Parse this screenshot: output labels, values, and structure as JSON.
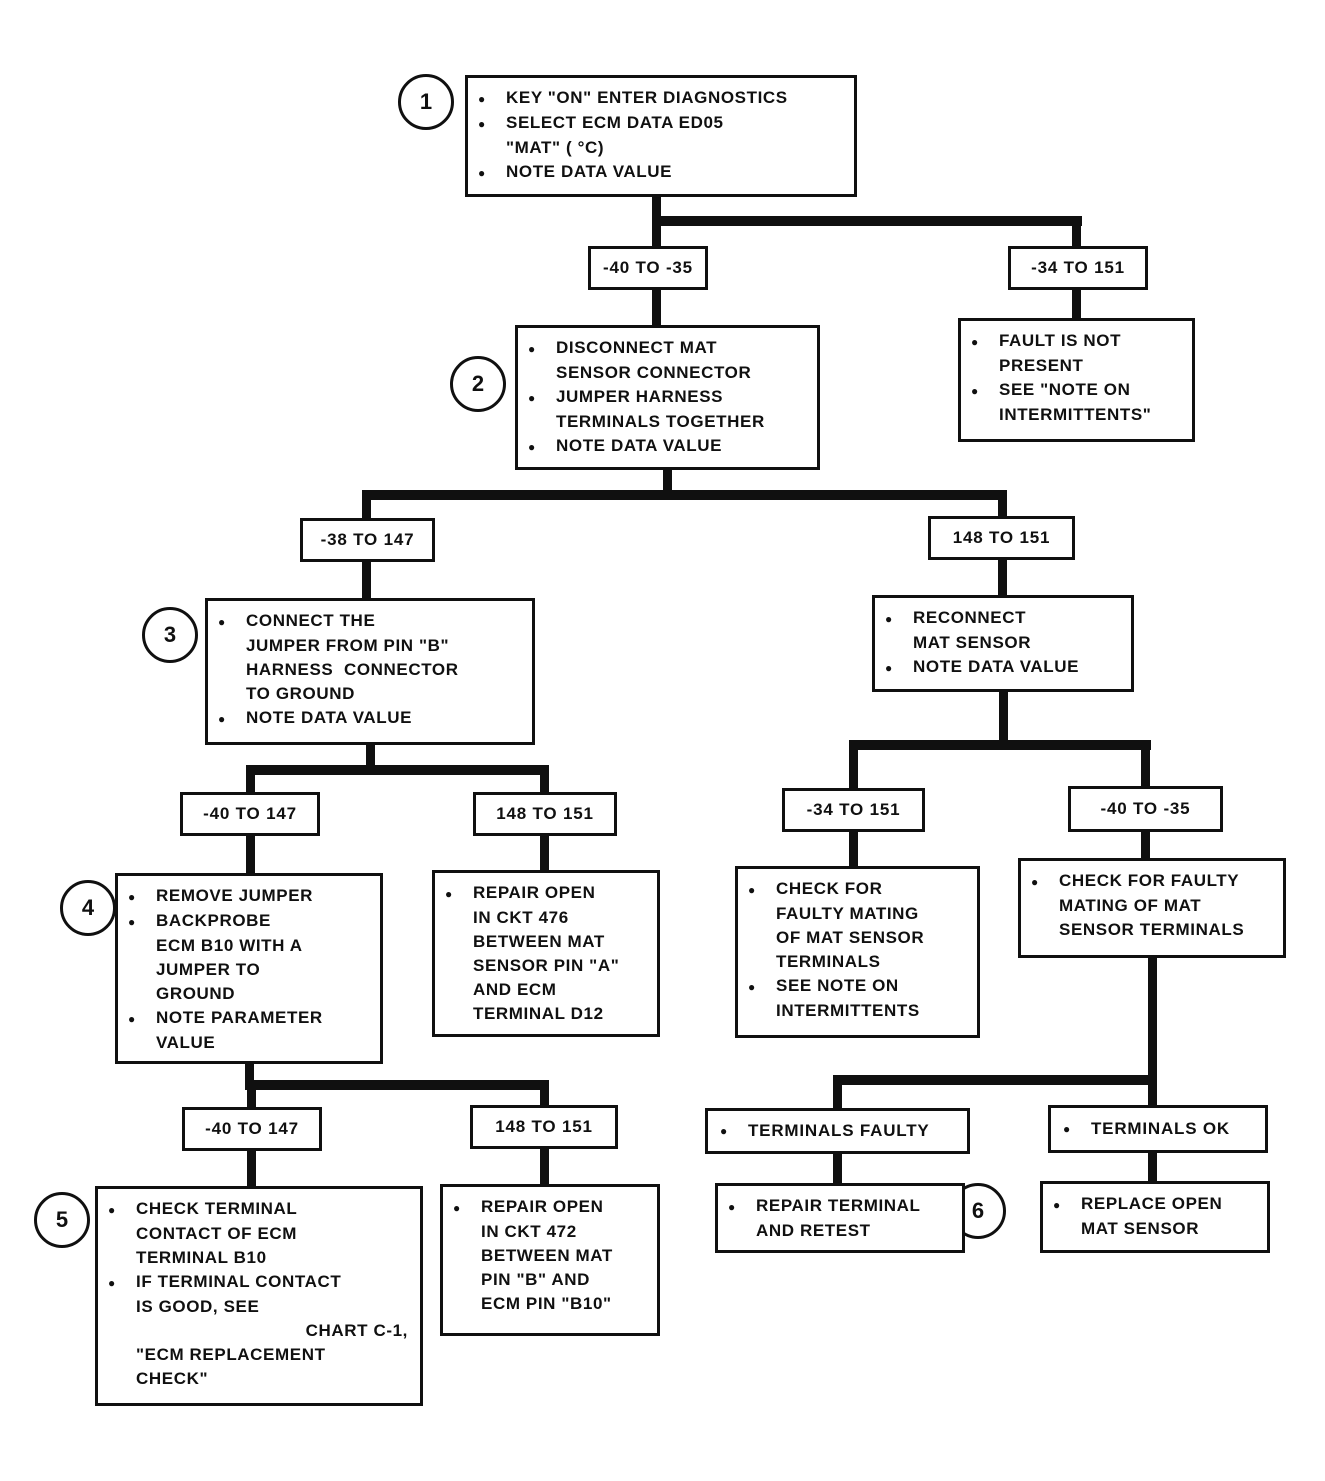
{
  "circles": {
    "c1": "1",
    "c2": "2",
    "c3": "3",
    "c4": "4",
    "c5": "5",
    "c6": "6"
  },
  "ranges": {
    "r1": "-40 TO -35",
    "r2": "-34 TO 151",
    "r3": "-38 TO 147",
    "r4": "148 TO 151",
    "r5": "-40 TO 147",
    "r6": "148 TO 151",
    "r7": "-34 TO 151",
    "r8": "-40 TO -35",
    "r9": "-40 TO 147",
    "r10": "148 TO 151"
  },
  "boxes": {
    "step1": {
      "lines": [
        {
          "m": "●",
          "t": "KEY \"ON\" ENTER DIAGNOSTICS"
        },
        {
          "m": "●",
          "t": "SELECT ECM DATA ED05"
        },
        {
          "m": "",
          "t": "\"MAT\" ( °C)"
        },
        {
          "m": "●",
          "t": "NOTE DATA VALUE"
        }
      ]
    },
    "step2": {
      "lines": [
        {
          "m": "●",
          "t": "DISCONNECT MAT"
        },
        {
          "m": "",
          "t": "SENSOR CONNECTOR"
        },
        {
          "m": "●",
          "t": "JUMPER HARNESS"
        },
        {
          "m": "",
          "t": "TERMINALS TOGETHER"
        },
        {
          "m": "●",
          "t": "NOTE DATA VALUE"
        }
      ]
    },
    "faultNotPresent": {
      "lines": [
        {
          "m": "●",
          "t": "FAULT IS NOT"
        },
        {
          "m": "",
          "t": "PRESENT"
        },
        {
          "m": "●",
          "t": "SEE \"NOTE ON"
        },
        {
          "m": "",
          "t": "INTERMITTENTS\""
        }
      ]
    },
    "step3": {
      "lines": [
        {
          "m": "●",
          "t": "CONNECT THE"
        },
        {
          "m": "",
          "t": "JUMPER FROM PIN \"B\""
        },
        {
          "m": "",
          "t": "HARNESS  CONNECTOR"
        },
        {
          "m": "",
          "t": "TO GROUND"
        },
        {
          "m": "●",
          "t": "NOTE DATA VALUE"
        }
      ]
    },
    "reconnect": {
      "lines": [
        {
          "m": "●",
          "t": "RECONNECT"
        },
        {
          "m": "",
          "t": "MAT SENSOR"
        },
        {
          "m": "●",
          "t": "NOTE DATA VALUE"
        }
      ]
    },
    "step4": {
      "lines": [
        {
          "m": "●",
          "t": "REMOVE JUMPER"
        },
        {
          "m": "●",
          "t": "BACKPROBE"
        },
        {
          "m": "",
          "t": "ECM B10 WITH A"
        },
        {
          "m": "",
          "t": "JUMPER TO"
        },
        {
          "m": "",
          "t": "GROUND"
        },
        {
          "m": "●",
          "t": "NOTE PARAMETER"
        },
        {
          "m": "",
          "t": "VALUE"
        }
      ]
    },
    "repairCkt476": {
      "lines": [
        {
          "m": "●",
          "t": "REPAIR OPEN"
        },
        {
          "m": "",
          "t": "IN CKT 476"
        },
        {
          "m": "",
          "t": "BETWEEN MAT"
        },
        {
          "m": "",
          "t": "SENSOR PIN \"A\""
        },
        {
          "m": "",
          "t": "AND ECM"
        },
        {
          "m": "",
          "t": "TERMINAL D12"
        }
      ]
    },
    "checkMatingLeft": {
      "lines": [
        {
          "m": "●",
          "t": "CHECK FOR"
        },
        {
          "m": "",
          "t": "FAULTY MATING"
        },
        {
          "m": "",
          "t": "OF MAT SENSOR"
        },
        {
          "m": "",
          "t": "TERMINALS"
        },
        {
          "m": "●",
          "t": "SEE NOTE ON"
        },
        {
          "m": "",
          "t": "INTERMITTENTS"
        }
      ]
    },
    "checkMatingRight": {
      "lines": [
        {
          "m": "●",
          "t": "CHECK FOR FAULTY"
        },
        {
          "m": "",
          "t": "MATING OF MAT"
        },
        {
          "m": "",
          "t": "SENSOR TERMINALS"
        }
      ]
    },
    "step5": {
      "lines": [
        {
          "m": "●",
          "t": "CHECK TERMINAL"
        },
        {
          "m": "",
          "t": "CONTACT OF ECM"
        },
        {
          "m": "",
          "t": "TERMINAL B10"
        },
        {
          "m": "●",
          "t": "IF TERMINAL CONTACT"
        },
        {
          "m": "",
          "t": "IS GOOD, SEE"
        },
        {
          "m": "",
          "t": "CHART C-1,",
          "align": "right"
        },
        {
          "m": "",
          "t": "\"ECM REPLACEMENT"
        },
        {
          "m": "",
          "t": "CHECK\""
        }
      ]
    },
    "repairCkt472": {
      "lines": [
        {
          "m": "●",
          "t": "REPAIR OPEN"
        },
        {
          "m": "",
          "t": "IN CKT 472"
        },
        {
          "m": "",
          "t": "BETWEEN MAT"
        },
        {
          "m": "",
          "t": "PIN \"B\" AND"
        },
        {
          "m": "",
          "t": "ECM PIN \"B10\""
        }
      ]
    },
    "terminalsFaulty": {
      "lines": [
        {
          "m": "●",
          "t": "TERMINALS FAULTY"
        }
      ]
    },
    "terminalsOk": {
      "lines": [
        {
          "m": "●",
          "t": "TERMINALS OK"
        }
      ]
    },
    "repairTerminal": {
      "lines": [
        {
          "m": "●",
          "t": "REPAIR TERMINAL"
        },
        {
          "m": "",
          "t": "AND RETEST"
        }
      ]
    },
    "replaceSensor": {
      "lines": [
        {
          "m": "●",
          "t": "REPLACE OPEN"
        },
        {
          "m": "",
          "t": "MAT SENSOR"
        }
      ]
    }
  }
}
